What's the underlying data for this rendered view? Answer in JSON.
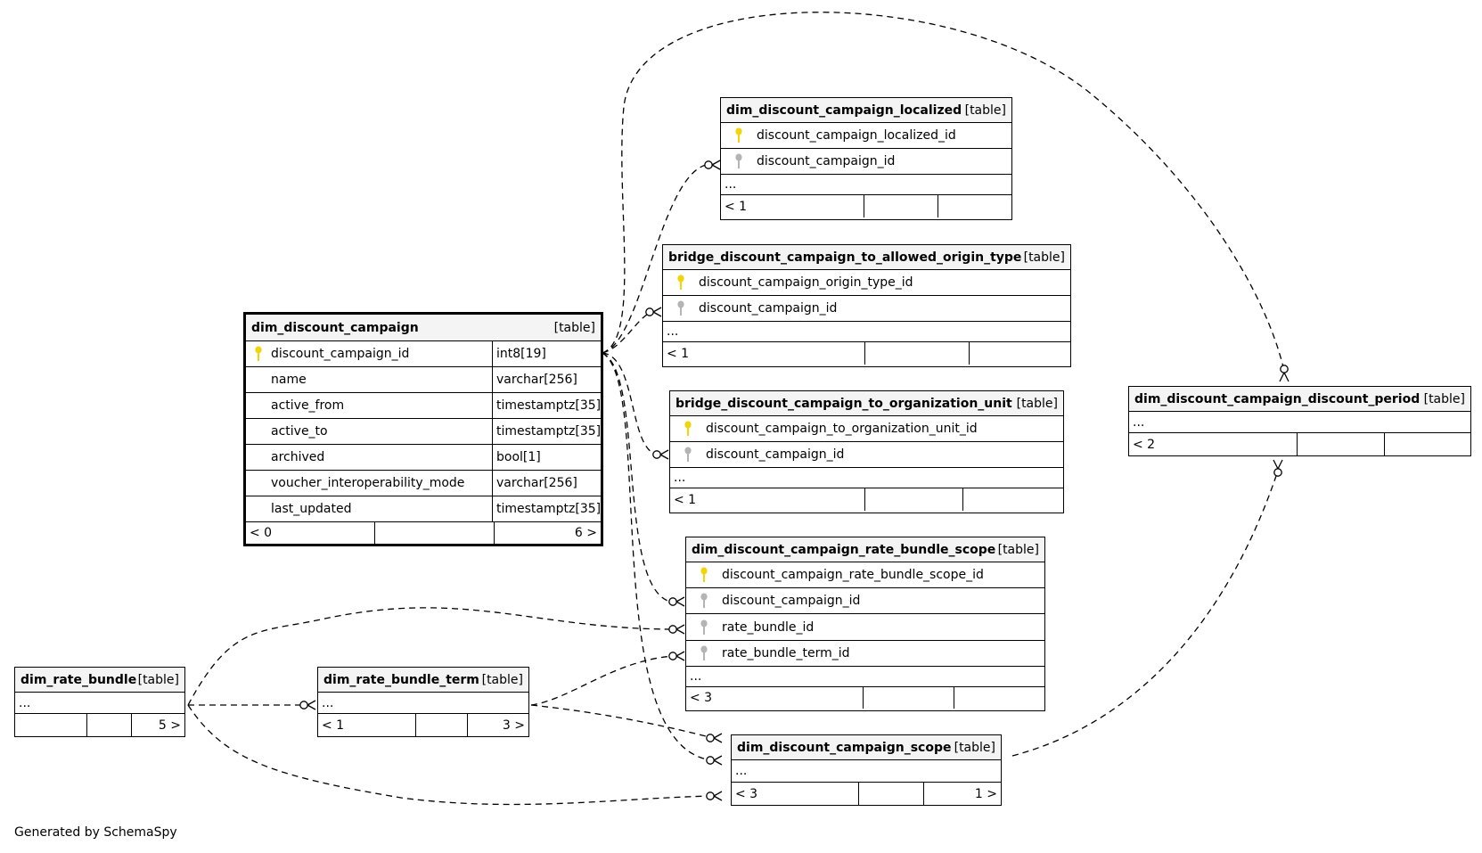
{
  "tables": {
    "dim_discount_campaign": {
      "name": "dim_discount_campaign",
      "kind": "[table]",
      "columns": [
        {
          "name": "discount_campaign_id",
          "type": "int8[19]",
          "key": "primary"
        },
        {
          "name": "name",
          "type": "varchar[256]",
          "key": "none"
        },
        {
          "name": "active_from",
          "type": "timestamptz[35]",
          "key": "none"
        },
        {
          "name": "active_to",
          "type": "timestamptz[35]",
          "key": "none"
        },
        {
          "name": "archived",
          "type": "bool[1]",
          "key": "none"
        },
        {
          "name": "voucher_interoperability_mode",
          "type": "varchar[256]",
          "key": "none"
        },
        {
          "name": "last_updated",
          "type": "timestamptz[35]",
          "key": "none"
        }
      ],
      "footer": {
        "parents": "< 0",
        "children": "6 >"
      }
    },
    "dim_discount_campaign_localized": {
      "name": "dim_discount_campaign_localized",
      "kind": "[table]",
      "columns": [
        {
          "name": "discount_campaign_localized_id",
          "key": "primary"
        },
        {
          "name": "discount_campaign_id",
          "key": "foreign"
        }
      ],
      "ellipsis": "...",
      "footer": {
        "parents": "< 1",
        "children": ""
      }
    },
    "bridge_discount_campaign_to_allowed_origin_type": {
      "name": "bridge_discount_campaign_to_allowed_origin_type",
      "kind": "[table]",
      "columns": [
        {
          "name": "discount_campaign_origin_type_id",
          "key": "primary"
        },
        {
          "name": "discount_campaign_id",
          "key": "foreign"
        }
      ],
      "ellipsis": "...",
      "footer": {
        "parents": "< 1",
        "children": ""
      }
    },
    "bridge_discount_campaign_to_organization_unit": {
      "name": "bridge_discount_campaign_to_organization_unit",
      "kind": "[table]",
      "columns": [
        {
          "name": "discount_campaign_to_organization_unit_id",
          "key": "primary"
        },
        {
          "name": "discount_campaign_id",
          "key": "foreign"
        }
      ],
      "ellipsis": "...",
      "footer": {
        "parents": "< 1",
        "children": ""
      }
    },
    "dim_discount_campaign_rate_bundle_scope": {
      "name": "dim_discount_campaign_rate_bundle_scope",
      "kind": "[table]",
      "columns": [
        {
          "name": "discount_campaign_rate_bundle_scope_id",
          "key": "primary"
        },
        {
          "name": "discount_campaign_id",
          "key": "foreign"
        },
        {
          "name": "rate_bundle_id",
          "key": "foreign"
        },
        {
          "name": "rate_bundle_term_id",
          "key": "foreign"
        }
      ],
      "ellipsis": "...",
      "footer": {
        "parents": "< 3",
        "children": ""
      }
    },
    "dim_discount_campaign_discount_period": {
      "name": "dim_discount_campaign_discount_period",
      "kind": "[table]",
      "ellipsis": "...",
      "footer": {
        "parents": "< 2",
        "children": ""
      }
    },
    "dim_discount_campaign_scope": {
      "name": "dim_discount_campaign_scope",
      "kind": "[table]",
      "ellipsis": "...",
      "footer": {
        "parents": "< 3",
        "children": "1 >"
      }
    },
    "dim_rate_bundle": {
      "name": "dim_rate_bundle",
      "kind": "[table]",
      "ellipsis": "...",
      "footer": {
        "parents": "",
        "children": "5 >"
      }
    },
    "dim_rate_bundle_term": {
      "name": "dim_rate_bundle_term",
      "kind": "[table]",
      "ellipsis": "...",
      "footer": {
        "parents": "< 1",
        "children": "3 >"
      }
    }
  },
  "colors": {
    "primary_key": "#f2d600",
    "foreign_key": "#b4b4b4",
    "header_bg": "#f4f4f4"
  },
  "credit": "Generated by SchemaSpy"
}
